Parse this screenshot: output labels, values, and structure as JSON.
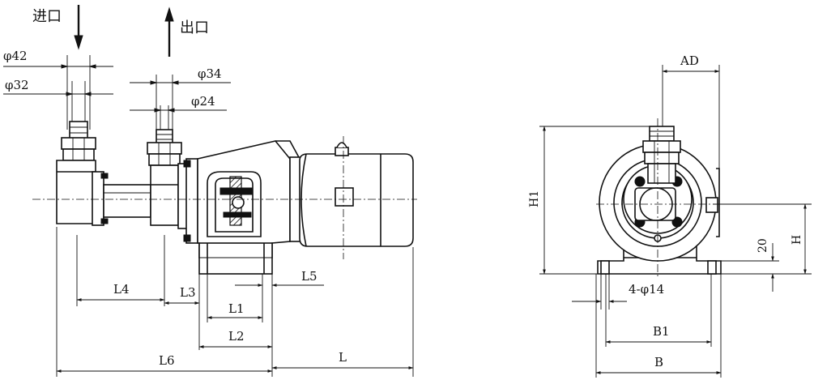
{
  "flow": {
    "inlet": "进口",
    "outlet": "出口"
  },
  "dimensions": {
    "inlet_outer": "φ42",
    "inlet_inner": "φ32",
    "outlet_outer": "φ34",
    "outlet_inner": "φ24",
    "L4": "L4",
    "L3": "L3",
    "L5": "L5",
    "L1": "L1",
    "L2": "L2",
    "L6": "L6",
    "L": "L",
    "AD": "AD",
    "H1": "H1",
    "H": "H",
    "height_20": "20",
    "holes": "4-φ14",
    "B1": "B1",
    "B": "B"
  }
}
